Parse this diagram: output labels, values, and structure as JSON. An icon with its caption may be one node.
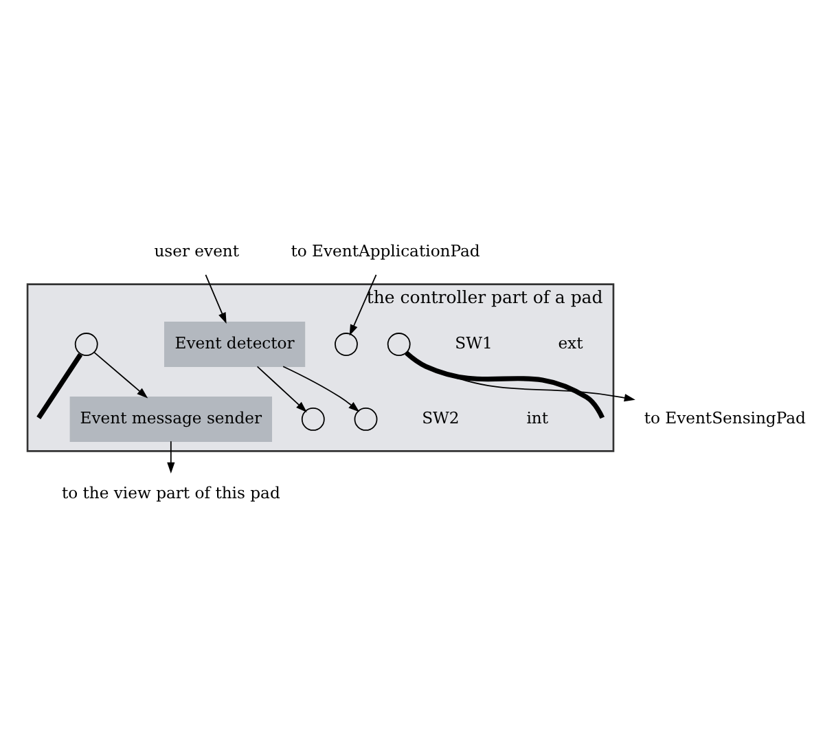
{
  "diagram": {
    "nodes": [
      {
        "text": [
          "user event"
        ]
      },
      {
        "text": [
          "the controller part of a pad"
        ]
      },
      {
        "text": [
          "Event detector"
        ],
        "in": 1
      },
      {
        "text": [],
        "shape": "circle",
        "in": 1
      },
      {
        "text": [],
        "shape": "circle",
        "in": 1
      },
      {
        "text": [],
        "shape": "circle",
        "in": 1
      },
      {
        "text": [],
        "shape": "circle",
        "in": 1
      },
      {
        "text": [],
        "shape": "circle",
        "in": 1
      },
      {
        "text": [
          "Event message sender"
        ],
        "in": 1
      },
      {
        "text": [
          "to EventSensingPad"
        ]
      },
      {
        "text": [
          "to EventApplicationPad"
        ]
      },
      {
        "text": [
          "to the view part of this pad"
        ]
      }
    ],
    "edges": [
      {
        "from": 0,
        "to": 2,
        "arrow": "to"
      },
      {
        "from": 2,
        "to": 3,
        "arrow": "to"
      },
      {
        "from": 2,
        "to": 5,
        "arrow": "to"
      },
      {
        "from": 4,
        "to": 9,
        "arrow": "to"
      },
      {
        "from": 10,
        "to": 6,
        "arrow": "to"
      },
      {
        "from": 4,
        "to": null,
        "arrow": "none",
        "style": "thick"
      },
      {
        "from": 7,
        "to": null,
        "arrow": "none",
        "style": "thick"
      },
      {
        "from": 7,
        "to": 8,
        "arrow": "to"
      },
      {
        "from": 8,
        "to": 11,
        "arrow": "to"
      }
    ],
    "labels": [
      "int",
      "SW1",
      "SW2",
      "ext"
    ]
  }
}
